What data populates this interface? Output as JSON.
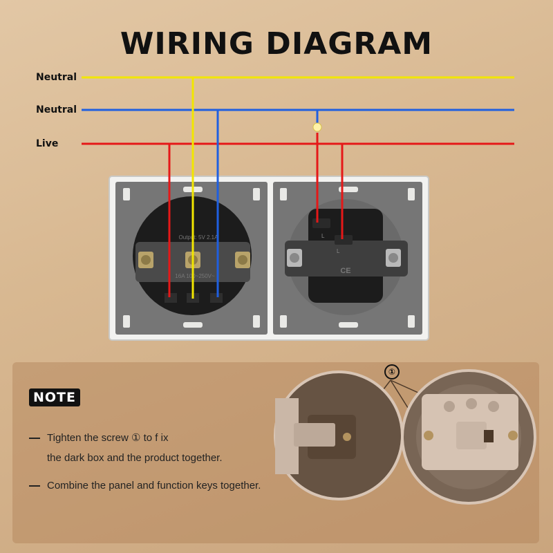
{
  "title": "WIRING DIAGRAM",
  "wires": [
    {
      "label": "Neutral",
      "color": "#f2e600"
    },
    {
      "label": "Neutral",
      "color": "#1f5fe0"
    },
    {
      "label": "Live",
      "color": "#e51818"
    }
  ],
  "socket_left": {
    "output_text": "Output: 5V 2.1A",
    "rating_text": "16A  100~250V~"
  },
  "socket_right": {
    "terminal_top": "L",
    "terminal_bottom": "L",
    "mark": "CE"
  },
  "note": {
    "badge": "NOTE",
    "line1": "Tighten the screw ① to f ix",
    "line1_cont": "the dark box and the product together.",
    "line2": "Combine the panel and function keys together."
  },
  "callout_marker": "①"
}
